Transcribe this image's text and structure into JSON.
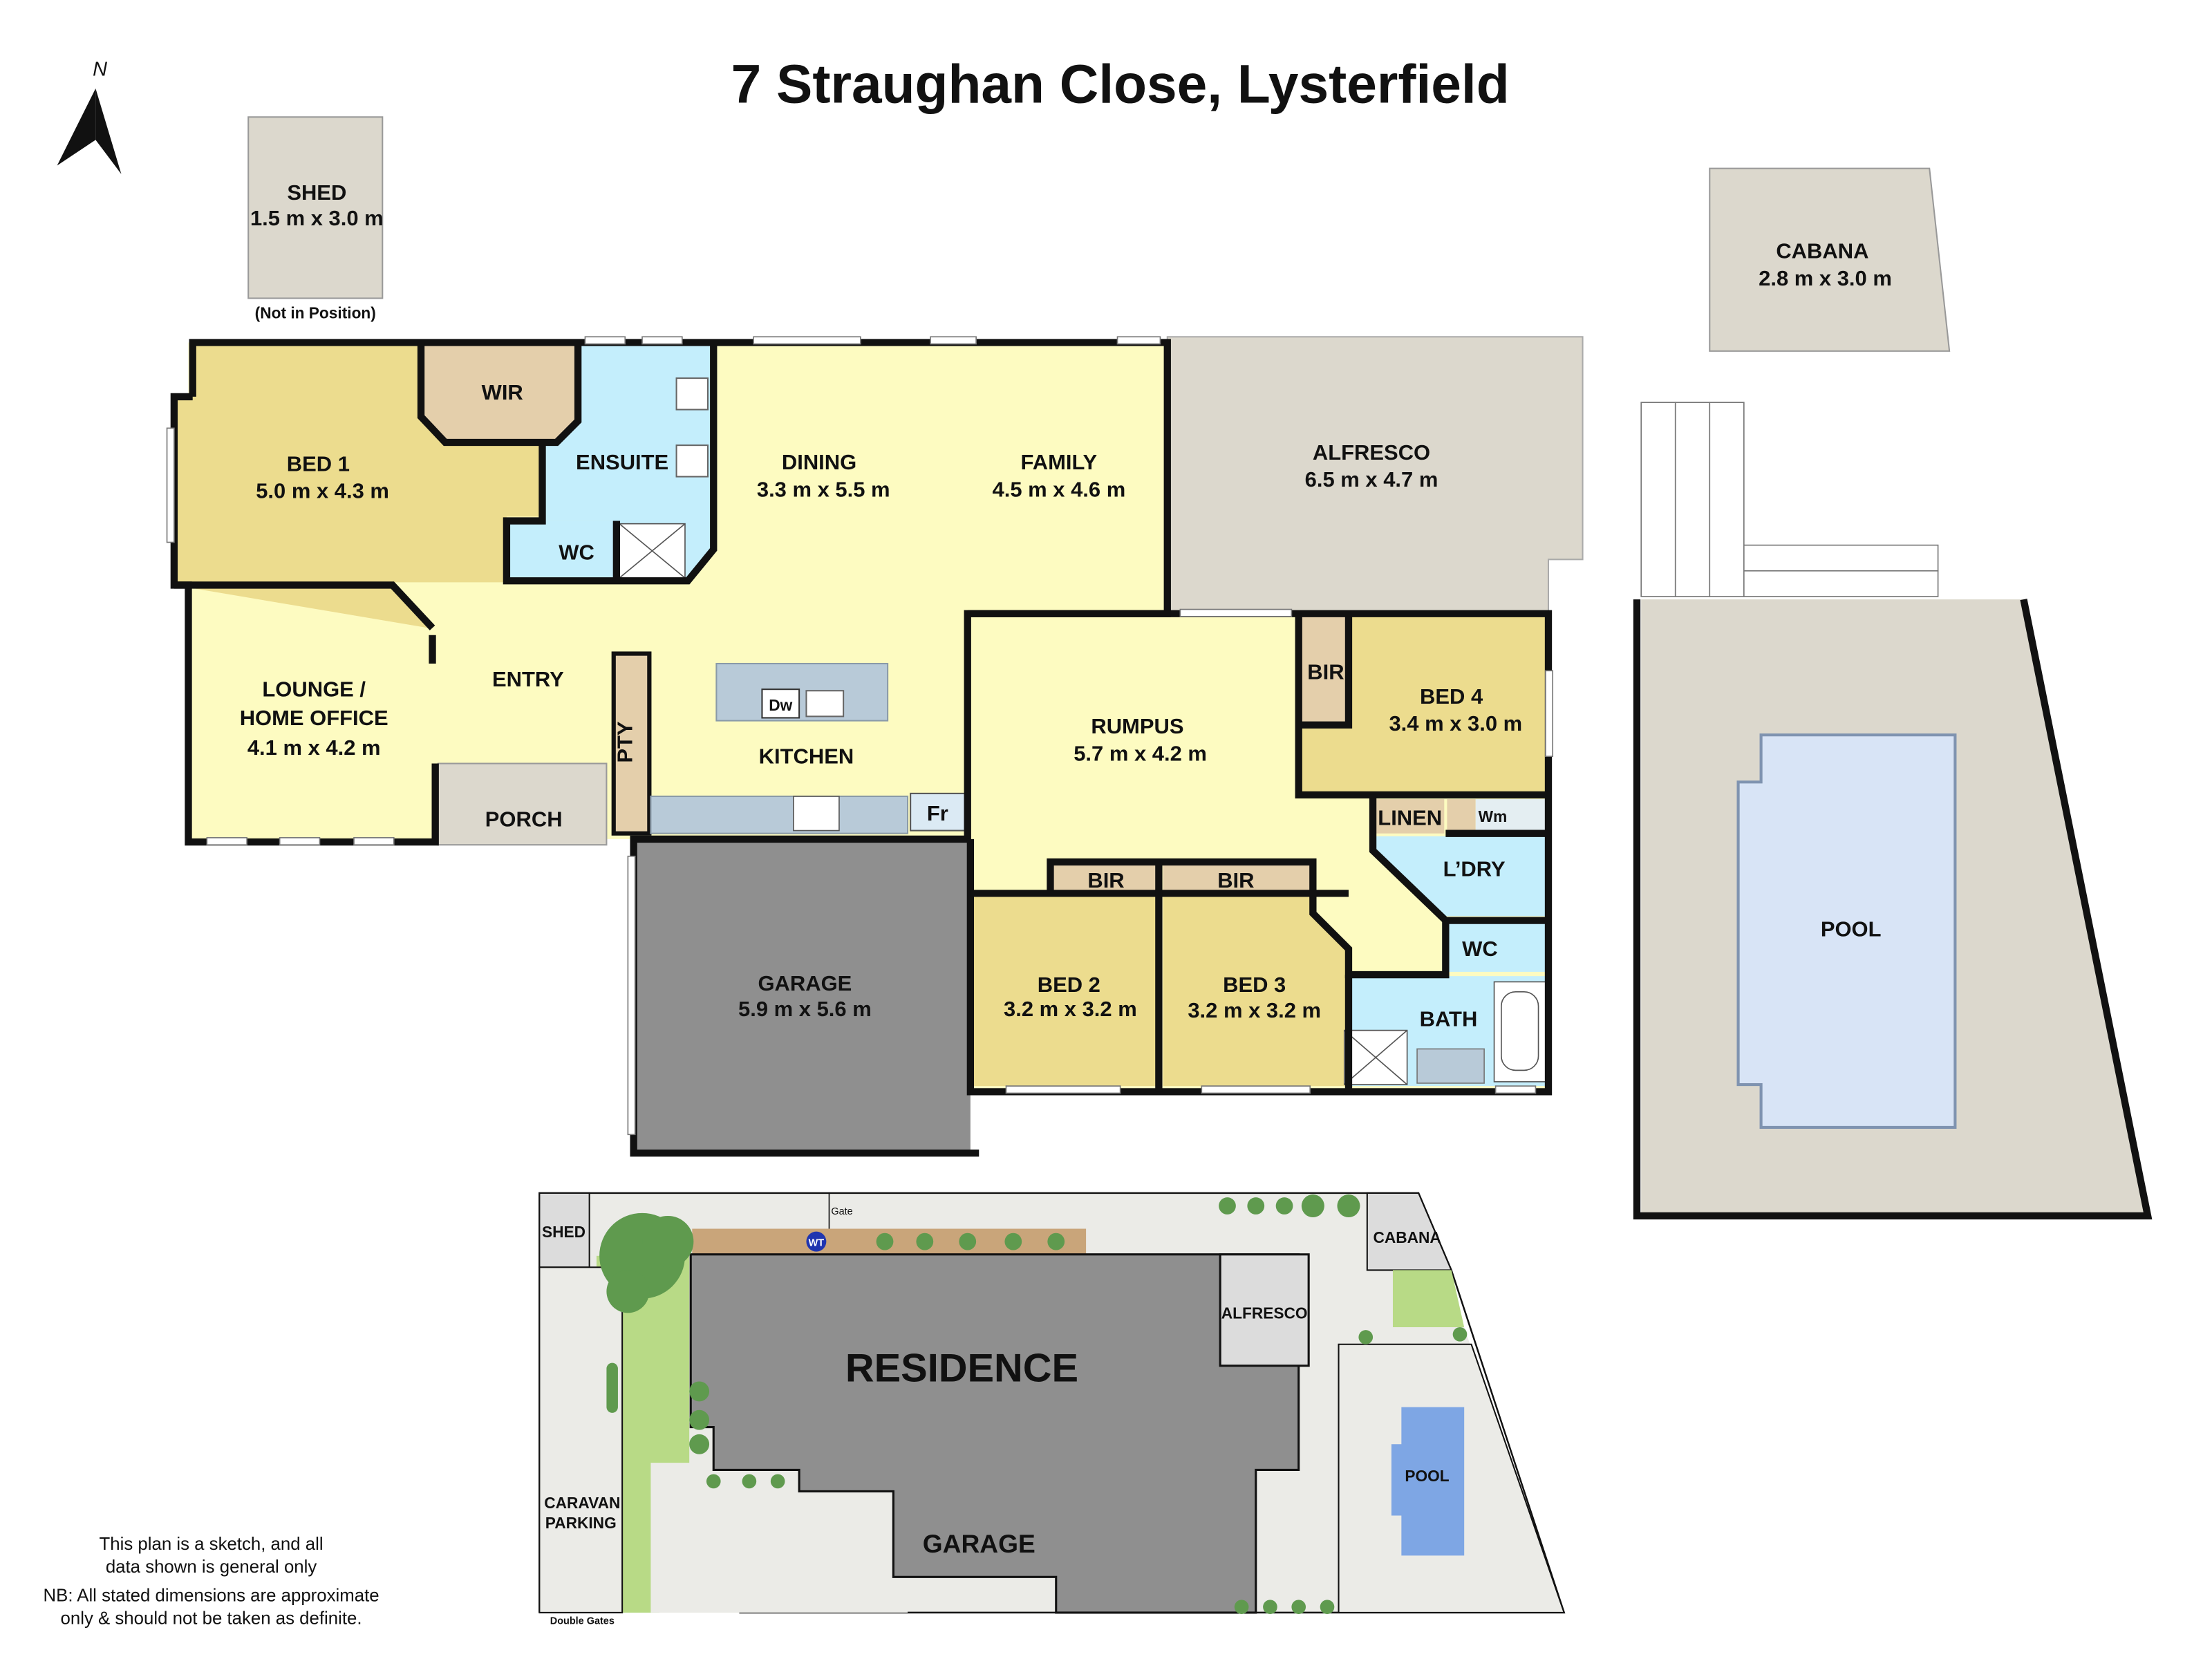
{
  "title": "7 Straughan Close, Lysterfield",
  "north_label": "N",
  "colors": {
    "bedroom": "#ecdc8e",
    "living": "#fdfbc1",
    "wet": "#c4eefc",
    "storage": "#e4cfab",
    "outdoor": "#dcd8cd",
    "garage": "#8f8f8f",
    "pool": "#d8e4f6",
    "site_pool": "#7ea6e4",
    "lawn": "#b8da86",
    "garden_bed": "#c9a57a",
    "tree": "#5f9a4e"
  },
  "outbuildings": {
    "shed": {
      "name": "SHED",
      "dims": "1.5 m x 3.0 m",
      "note": "(Not in Position)"
    },
    "cabana": {
      "name": "CABANA",
      "dims": "2.8 m x 3.0 m"
    },
    "alfresco": {
      "name": "ALFRESCO",
      "dims": "6.5 m x 4.7 m"
    },
    "pool": {
      "name": "POOL"
    }
  },
  "rooms": {
    "bed1": {
      "name": "BED 1",
      "dims": "5.0 m x 4.3 m"
    },
    "wir": {
      "name": "WIR"
    },
    "ensuite": {
      "name": "ENSUITE"
    },
    "wc1": {
      "name": "WC"
    },
    "dining": {
      "name": "DINING",
      "dims": "3.3 m x 5.5 m"
    },
    "family": {
      "name": "FAMILY",
      "dims": "4.5 m x 4.6 m"
    },
    "lounge": {
      "name1": "LOUNGE /",
      "name2": "HOME OFFICE",
      "dims": "4.1 m x 4.2 m"
    },
    "entry": {
      "name": "ENTRY"
    },
    "porch": {
      "name": "PORCH"
    },
    "pty": {
      "name": "PTY"
    },
    "kitchen": {
      "name": "KITCHEN",
      "dw": "Dw",
      "fr": "Fr"
    },
    "garage": {
      "name": "GARAGE",
      "dims": "5.9 m x 5.6 m"
    },
    "rumpus": {
      "name": "RUMPUS",
      "dims": "5.7 m x 4.2 m"
    },
    "bir4": {
      "name": "BIR"
    },
    "bed4": {
      "name": "BED 4",
      "dims": "3.4 m x 3.0 m"
    },
    "linen": {
      "name": "LINEN"
    },
    "wm": {
      "name": "Wm"
    },
    "laundry": {
      "name": "L’DRY"
    },
    "wc2": {
      "name": "WC"
    },
    "bir2": {
      "name": "BIR"
    },
    "bir3": {
      "name": "BIR"
    },
    "bed2": {
      "name": "BED 2",
      "dims": "3.2 m x 3.2 m"
    },
    "bed3": {
      "name": "BED 3",
      "dims": "3.2 m x 3.2 m"
    },
    "bath": {
      "name": "BATH"
    }
  },
  "site_plan": {
    "shed": "SHED",
    "gate": "Gate",
    "water_tank": "WT",
    "cabana": "CABANA",
    "alfresco": "ALFRESCO",
    "residence": "RESIDENCE",
    "garage": "GARAGE",
    "pool": "POOL",
    "caravan1": "CARAVAN",
    "caravan2": "PARKING",
    "double_gates": "Double Gates"
  },
  "disclaimer": {
    "line1": "This plan is a sketch, and all",
    "line2": "data shown is general only",
    "line3": "NB: All stated dimensions are approximate",
    "line4": "only & should not be taken as definite."
  }
}
